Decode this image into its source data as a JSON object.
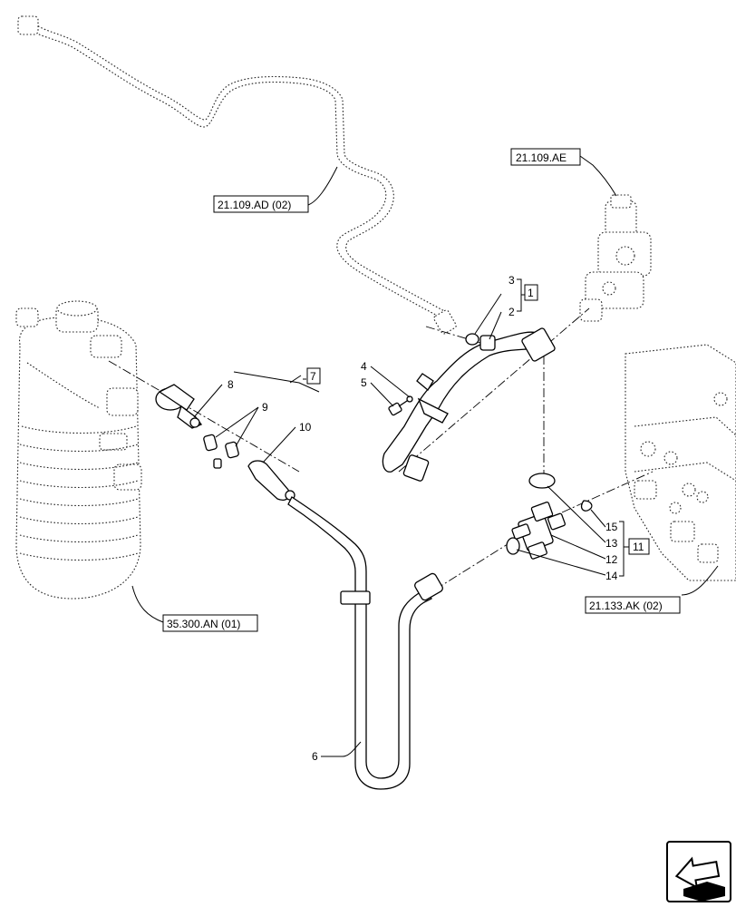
{
  "callouts": [
    {
      "id": "c1",
      "text": "1"
    },
    {
      "id": "c2",
      "text": "2"
    },
    {
      "id": "c3",
      "text": "3"
    },
    {
      "id": "c4",
      "text": "4"
    },
    {
      "id": "c5",
      "text": "5"
    },
    {
      "id": "c6",
      "text": "6"
    },
    {
      "id": "c7",
      "text": "7"
    },
    {
      "id": "c8",
      "text": "8"
    },
    {
      "id": "c9",
      "text": "9"
    },
    {
      "id": "c10",
      "text": "10"
    },
    {
      "id": "c11",
      "text": "11"
    },
    {
      "id": "c12",
      "text": "12"
    },
    {
      "id": "c13",
      "text": "13"
    },
    {
      "id": "c14",
      "text": "14"
    },
    {
      "id": "c15",
      "text": "15"
    }
  ],
  "references": {
    "ref_21109ad": "21.109.AD (02)",
    "ref_21109ae": "21.109.AE",
    "ref_21133ak": "21.133.AK (02)",
    "ref_35300an": "35.300.AN (01)"
  },
  "nav": {
    "icon": "previous-page-arrow-icon"
  }
}
